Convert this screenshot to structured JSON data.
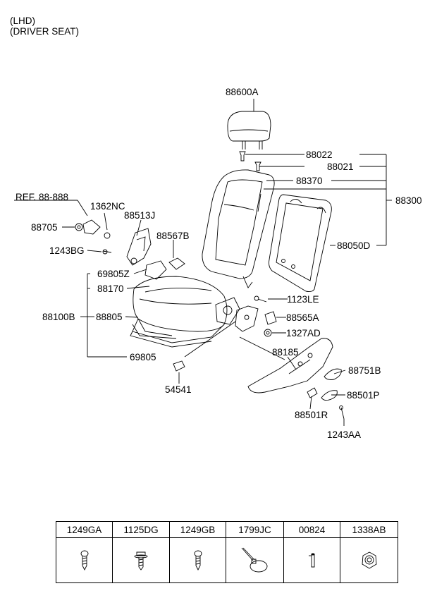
{
  "header": {
    "line1": "(LHD)",
    "line2": "(DRIVER SEAT)"
  },
  "labels": {
    "l_88600A": "88600A",
    "l_88022": "88022",
    "l_88021": "88021",
    "l_88370": "88370",
    "l_88300": "88300",
    "l_88050D": "88050D",
    "l_ref": "REF. 88-888",
    "l_1362NC": "1362NC",
    "l_88513J": "88513J",
    "l_88705": "88705",
    "l_88567B": "88567B",
    "l_1243BG": "1243BG",
    "l_69805Z": "69805Z",
    "l_88170": "88170",
    "l_1123LE": "1123LE",
    "l_88100B": "88100B",
    "l_88805": "88805",
    "l_88565A": "88565A",
    "l_1327AD": "1327AD",
    "l_88185": "88185",
    "l_69805": "69805",
    "l_88751B": "88751B",
    "l_54541": "54541",
    "l_88501P": "88501P",
    "l_88501R": "88501R",
    "l_1243AA": "1243AA"
  },
  "fasteners_table": [
    {
      "code": "1249GA",
      "icon": "screw-icon"
    },
    {
      "code": "1125DG",
      "icon": "flange-bolt-icon"
    },
    {
      "code": "1249GB",
      "icon": "tapping-screw-icon"
    },
    {
      "code": "1799JC",
      "icon": "cable-tie-icon"
    },
    {
      "code": "00824",
      "icon": "pin-clip-icon"
    },
    {
      "code": "1338AB",
      "icon": "nut-icon"
    }
  ]
}
